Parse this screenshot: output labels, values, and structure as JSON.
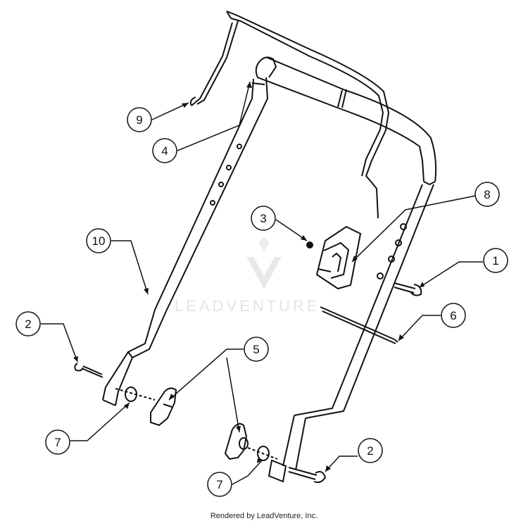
{
  "watermark": {
    "text": "LEADVENTURE"
  },
  "footer": {
    "text": "Rendered by LeadVenture, Inc."
  },
  "callouts": [
    {
      "id": "callout-9",
      "label": "9"
    },
    {
      "id": "callout-4",
      "label": "4"
    },
    {
      "id": "callout-8",
      "label": "8"
    },
    {
      "id": "callout-3",
      "label": "3"
    },
    {
      "id": "callout-1",
      "label": "1"
    },
    {
      "id": "callout-10",
      "label": "10"
    },
    {
      "id": "callout-6",
      "label": "6"
    },
    {
      "id": "callout-2a",
      "label": "2"
    },
    {
      "id": "callout-5",
      "label": "5"
    },
    {
      "id": "callout-7a",
      "label": "7"
    },
    {
      "id": "callout-7b",
      "label": "7"
    },
    {
      "id": "callout-2b",
      "label": "2"
    }
  ]
}
